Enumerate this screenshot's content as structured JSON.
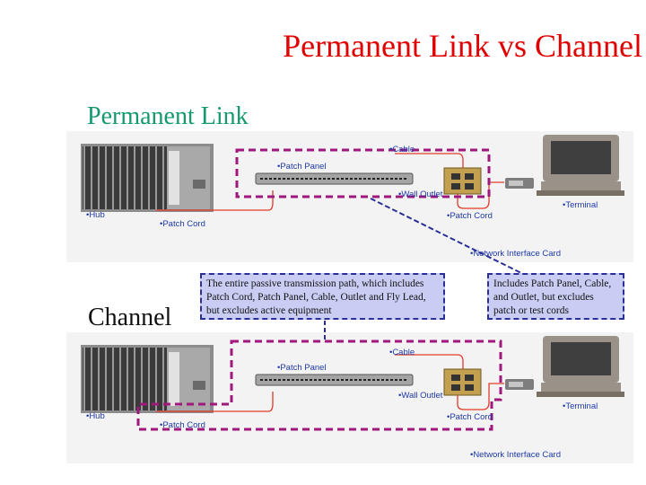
{
  "title": "Permanent Link vs Channel",
  "permanent_link_heading": "Permanent Link",
  "channel_heading": "Channel",
  "callouts": {
    "passive_path": "The entire passive transmission path, which includes Patch Cord, Patch Panel, Cable, Outlet and Fly Lead, but excludes active equipment",
    "includes": "Includes Patch Panel, Cable, and Outlet, but excludes patch or test cords"
  },
  "permanent_link_diagram": {
    "cable": "•Cable",
    "patch_panel": "•Patch Panel",
    "wall_outlet": "•Wall Outlet",
    "terminal": "•Terminal",
    "hub": "•Hub",
    "patch_cord_left": "•Patch Cord",
    "patch_cord_right": "•Patch Cord",
    "network_interface_card": "•Network Interface Card"
  },
  "channel_diagram": {
    "cable": "•Cable",
    "patch_panel": "•Patch Panel",
    "wall_outlet": "•Wall Outlet",
    "terminal": "•Terminal",
    "hub": "•Hub",
    "patch_cord_left": "•Patch Cord",
    "patch_cord_right": "•Patch Cord",
    "network_interface_card": "•Network Interface Card"
  },
  "colors": {
    "title": "#e00000",
    "permanent_link_heading": "#149a6a",
    "boundary": "#a0187c",
    "cable": "#e03c2a",
    "label": "#1f3aa8",
    "callout_fill": "#c9cdf3",
    "callout_border": "#2c2f9a"
  }
}
